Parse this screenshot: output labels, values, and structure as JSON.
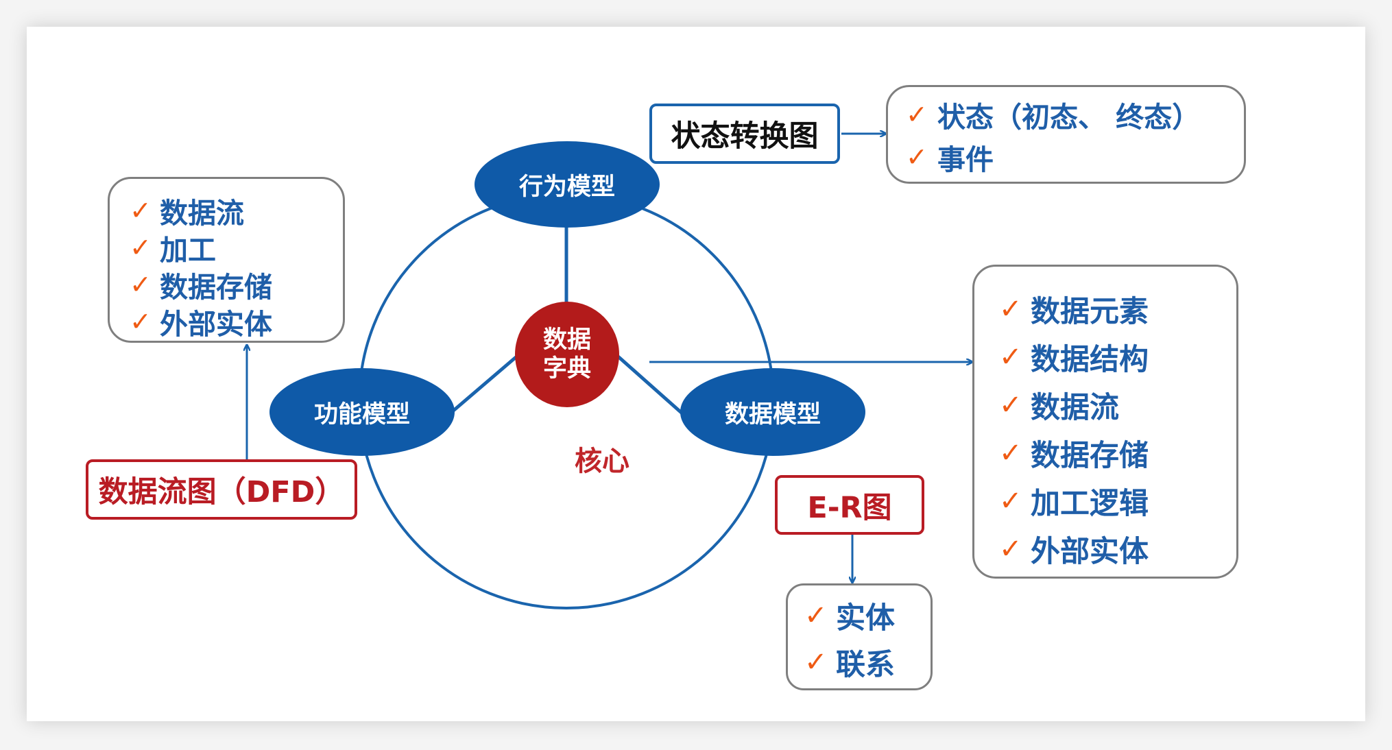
{
  "core": {
    "line1": "数据",
    "line2": "字典",
    "caption": "核心"
  },
  "models": {
    "behavior": "行为模型",
    "function": "功能模型",
    "data": "数据模型"
  },
  "state_diagram": {
    "label": "状态转换图",
    "items": [
      "状态（初态、 终态）",
      "事件"
    ]
  },
  "dfd": {
    "label": "数据流图（DFD）",
    "items": [
      "数据流",
      "加工",
      "数据存储",
      "外部实体"
    ]
  },
  "data_dictionary_items": [
    "数据元素",
    "数据结构",
    "数据流",
    "数据存储",
    "加工逻辑",
    "外部实体"
  ],
  "er_diagram": {
    "label": "E-R图",
    "items": [
      "实体",
      "联系"
    ]
  },
  "check_mark": "✓",
  "colors": {
    "blue": "#1a64ad",
    "ellipse_blue": "#0f5aa8",
    "red": "#b31b1b",
    "item_blue": "#1f5ea8",
    "check_orange": "#ef5b14",
    "gray_border": "#7f7f7f"
  }
}
